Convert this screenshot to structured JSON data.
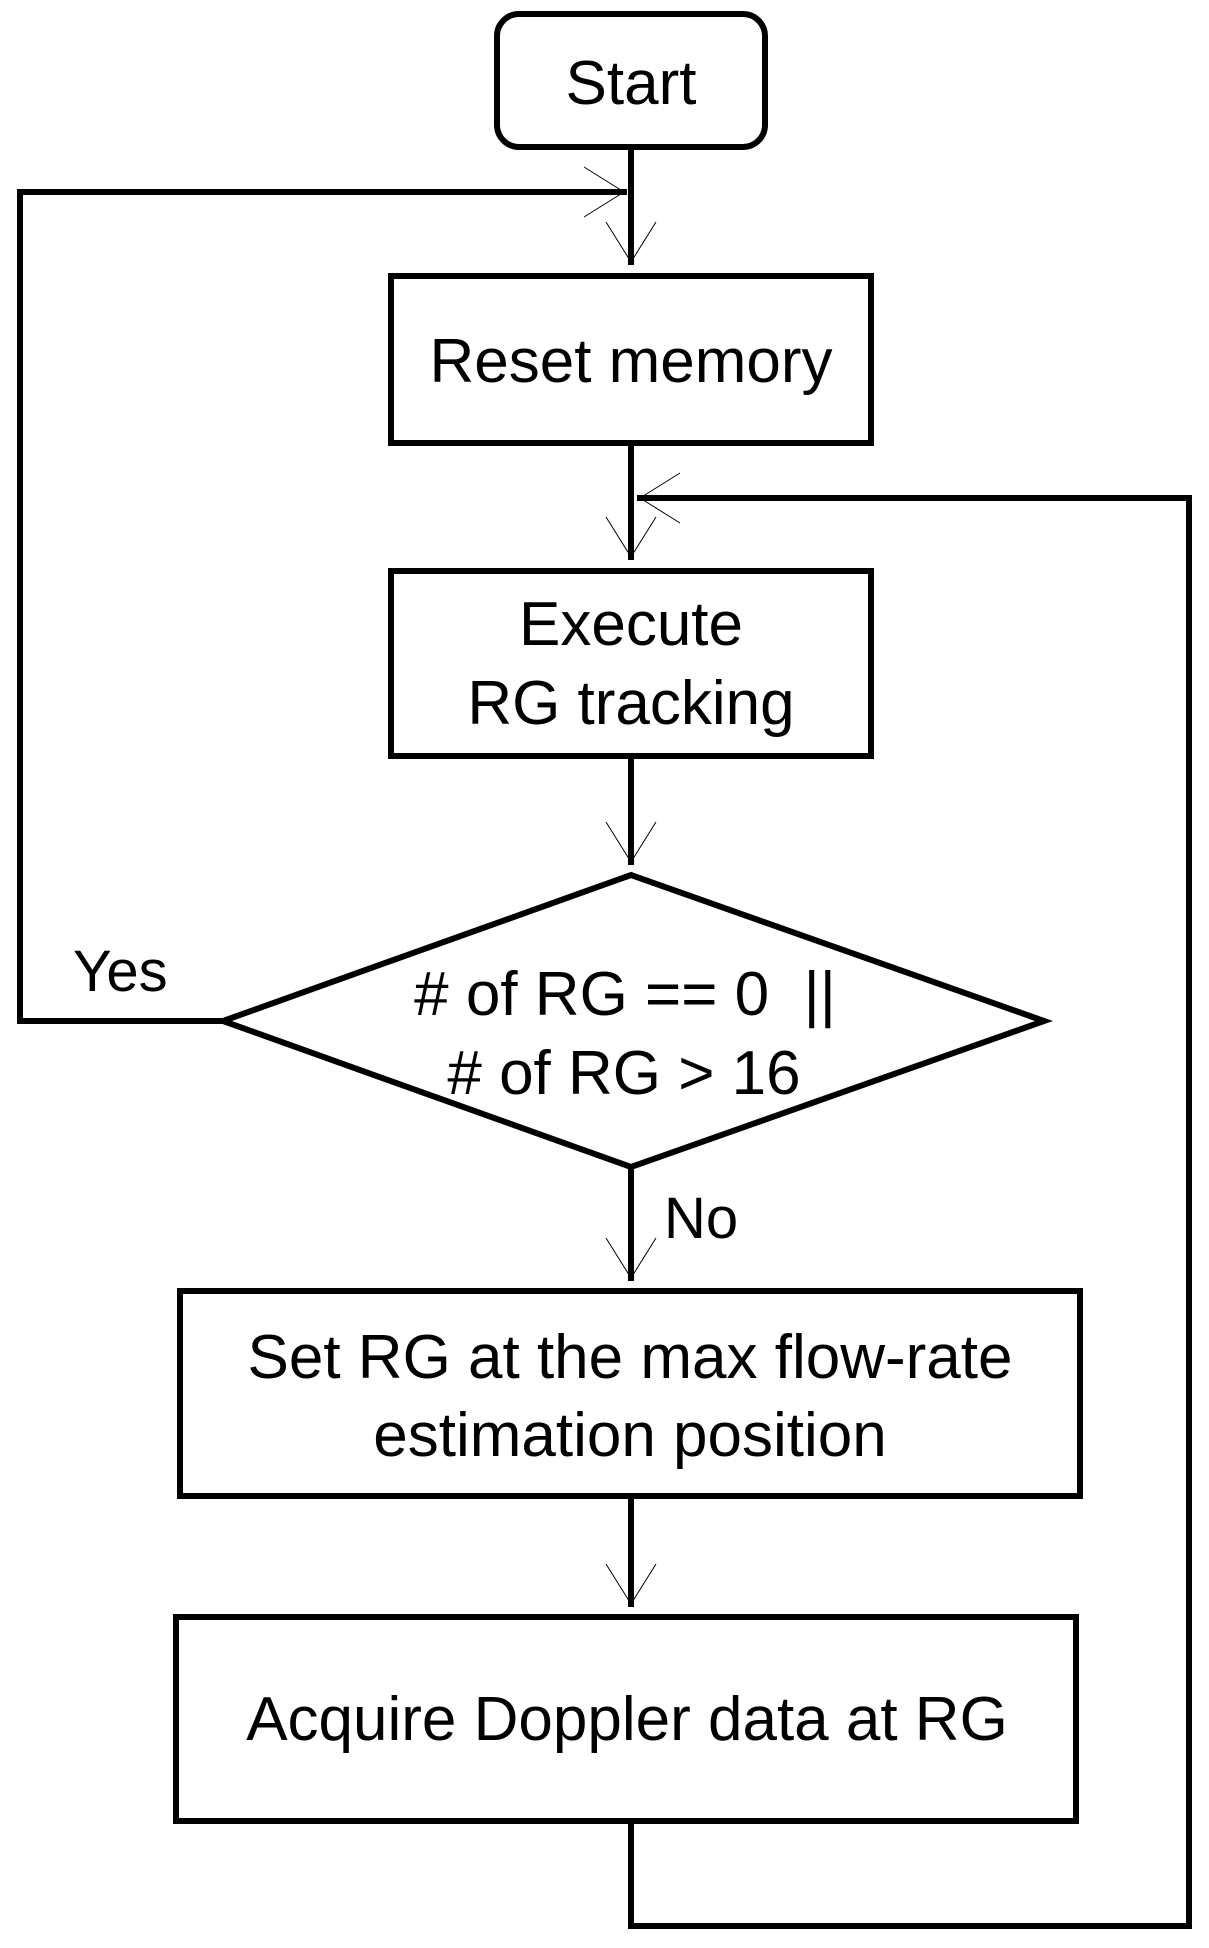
{
  "diagram": {
    "type": "flowchart",
    "colors": {
      "stroke": "#000000",
      "fill": "#ffffff",
      "text": "#000000"
    },
    "nodes": {
      "start": {
        "shape": "terminator",
        "lines": [
          "Start"
        ]
      },
      "reset_memory": {
        "shape": "process",
        "lines": [
          "Reset memory"
        ]
      },
      "execute_rg_tracking": {
        "shape": "process",
        "lines": [
          "Execute",
          "RG tracking"
        ]
      },
      "rg_count_check": {
        "shape": "decision",
        "lines": [
          "# of RG == 0  ||",
          "# of RG > 16"
        ]
      },
      "set_rg_position": {
        "shape": "process",
        "lines": [
          "Set RG at the max flow-rate",
          "estimation position"
        ]
      },
      "acquire_doppler": {
        "shape": "process",
        "lines": [
          "Acquire Doppler data at RG"
        ]
      }
    },
    "edges": [
      {
        "from": "start",
        "to": "reset_memory",
        "label": ""
      },
      {
        "from": "reset_memory",
        "to": "execute_rg_tracking",
        "label": ""
      },
      {
        "from": "execute_rg_tracking",
        "to": "rg_count_check",
        "label": ""
      },
      {
        "from": "rg_count_check",
        "to": "reset_memory",
        "label": "Yes"
      },
      {
        "from": "rg_count_check",
        "to": "set_rg_position",
        "label": "No"
      },
      {
        "from": "set_rg_position",
        "to": "acquire_doppler",
        "label": ""
      },
      {
        "from": "acquire_doppler",
        "to": "execute_rg_tracking",
        "label": ""
      }
    ]
  }
}
